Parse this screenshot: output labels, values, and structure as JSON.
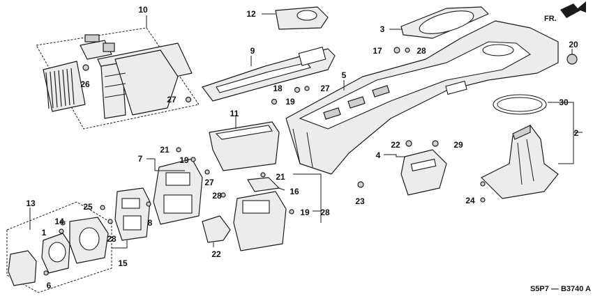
{
  "diagram": {
    "reference_code": "S5P7 — B3740 A",
    "direction_label": "FR.",
    "callouts": [
      "10",
      "12",
      "3",
      "20",
      "17",
      "28",
      "9",
      "5",
      "26",
      "27",
      "18",
      "27",
      "19",
      "11",
      "30",
      "2",
      "21",
      "7",
      "19",
      "27",
      "22",
      "29",
      "4",
      "21",
      "16",
      "28",
      "23",
      "13",
      "25",
      "14",
      "1",
      "19",
      "8",
      "28",
      "22",
      "15",
      "6",
      "24",
      "28"
    ]
  }
}
